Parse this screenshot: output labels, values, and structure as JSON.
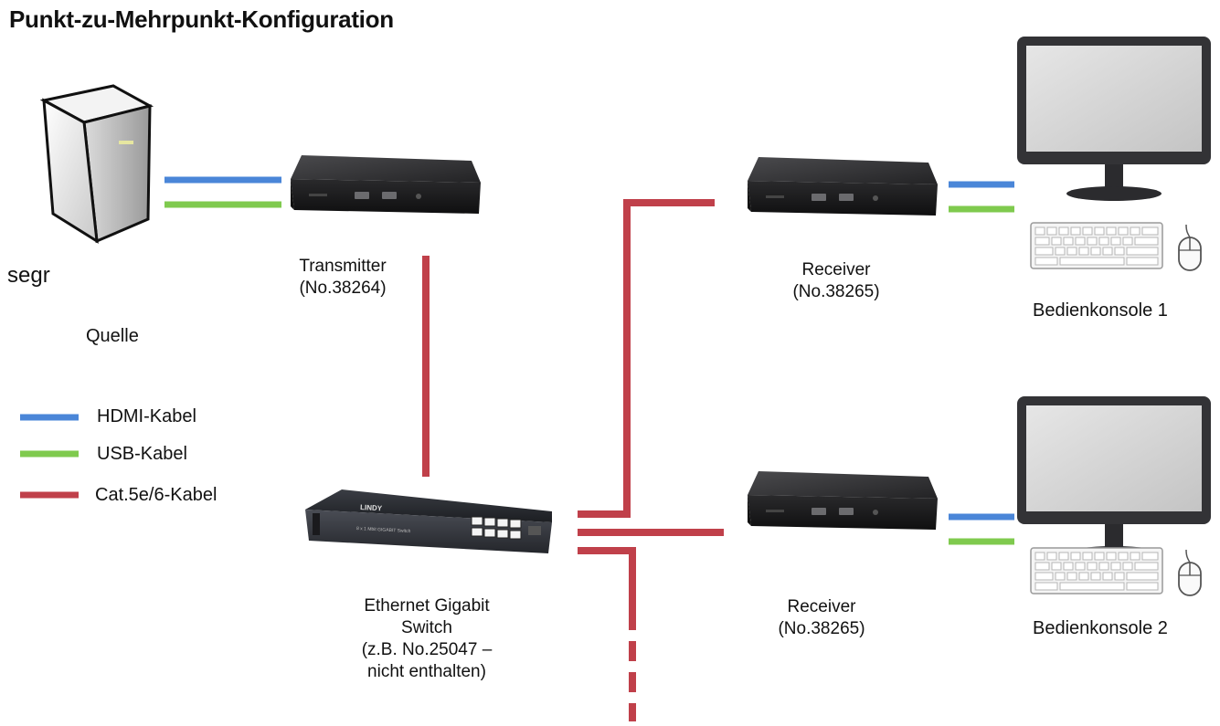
{
  "title": "Punkt-zu-Mehrpunkt-Konfiguration",
  "colors": {
    "hdmi": "#4a86d8",
    "usb": "#7fca4e",
    "cat": "#c0404a",
    "device_dark": "#2c2c2e",
    "monitor_frame": "#333336",
    "screen": "#d8d8d8"
  },
  "source": {
    "caption": "segr",
    "label": "Quelle",
    "icon": "pc-tower-icon"
  },
  "transmitter": {
    "name": "Transmitter",
    "model": "(No.38264)",
    "icon": "extender-box-icon"
  },
  "switch": {
    "brand": "LINDY",
    "panel_text": "8 x 1 Mbit GIGABIT Switch",
    "lines": [
      "Ethernet Gigabit",
      "Switch",
      "(z.B. No.25047 –",
      "nicht enthalten)"
    ],
    "icon": "network-switch-icon"
  },
  "receivers": [
    {
      "name": "Receiver",
      "model": "(No.38265)",
      "icon": "extender-box-icon"
    },
    {
      "name": "Receiver",
      "model": "(No.38265)",
      "icon": "extender-box-icon"
    }
  ],
  "consoles": [
    {
      "label": "Bedienkonsole 1",
      "icons": [
        "monitor-icon",
        "keyboard-icon",
        "mouse-icon"
      ]
    },
    {
      "label": "Bedienkonsole 2",
      "icons": [
        "monitor-icon",
        "keyboard-icon",
        "mouse-icon"
      ]
    }
  ],
  "legend": [
    {
      "key": "hdmi",
      "label": "HDMI-Kabel"
    },
    {
      "key": "usb",
      "label": "USB-Kabel"
    },
    {
      "key": "cat",
      "label": "Cat.5e/6-Kabel"
    }
  ]
}
